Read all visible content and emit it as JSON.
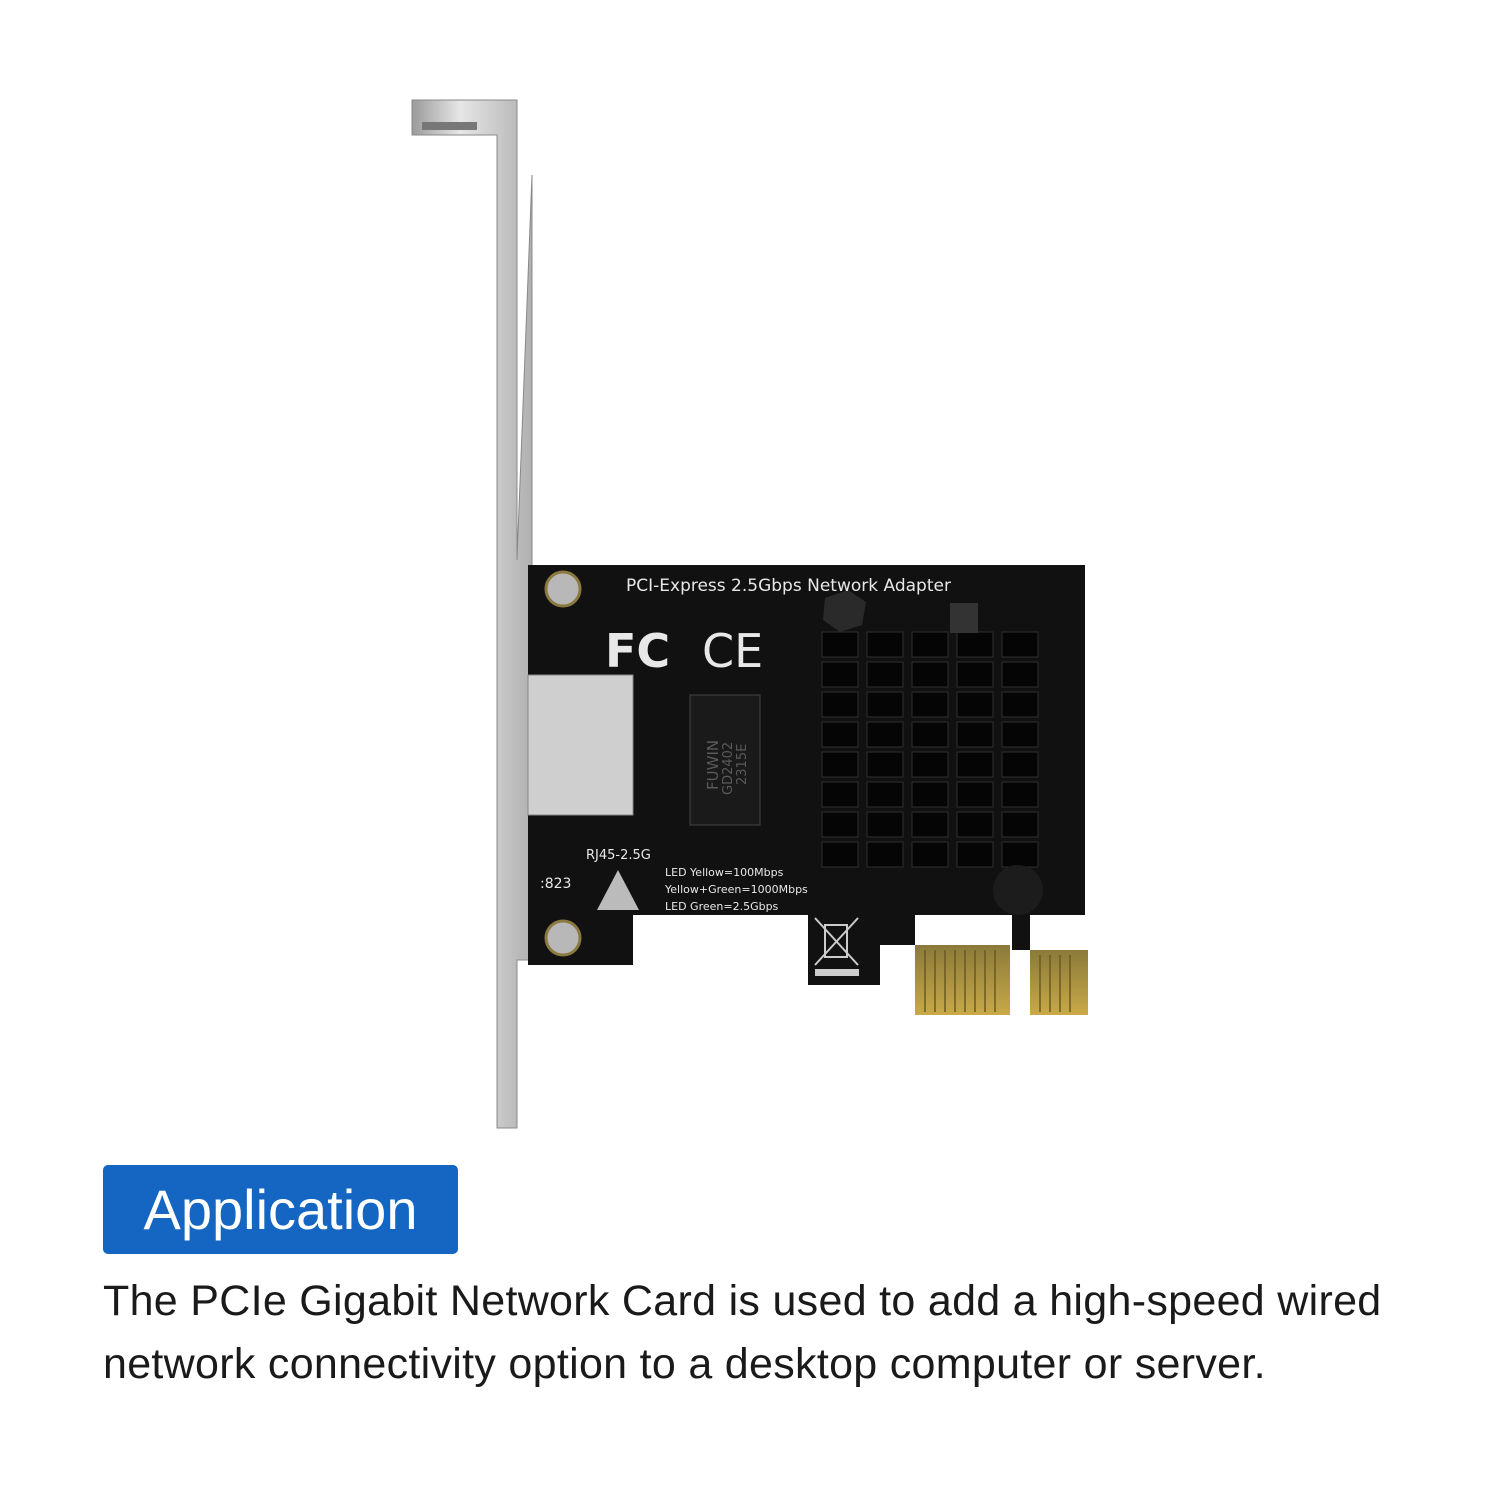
{
  "product": {
    "pcb_title": "PCI-Express 2.5Gbps Network Adapter",
    "chip_text": [
      "FUWIN",
      "GD2402",
      "2315E"
    ],
    "port_label": "RJ45-2.5G",
    "board_code": ":823",
    "led_legend": [
      "LED Yellow=100Mbps",
      "Yellow+Green=1000Mbps",
      "LED Green=2.5Gbps"
    ],
    "logos": [
      "FC",
      "CE"
    ],
    "colors": {
      "pcb": "#111111",
      "bracket": "#c9c9c9",
      "gold": "#b8962e"
    }
  },
  "section": {
    "badge_label": "Application",
    "badge_color": "#1466c2",
    "description": "The PCIe Gigabit Network Card is used to add a high-speed wired network connectivity option to a desktop computer or server."
  }
}
